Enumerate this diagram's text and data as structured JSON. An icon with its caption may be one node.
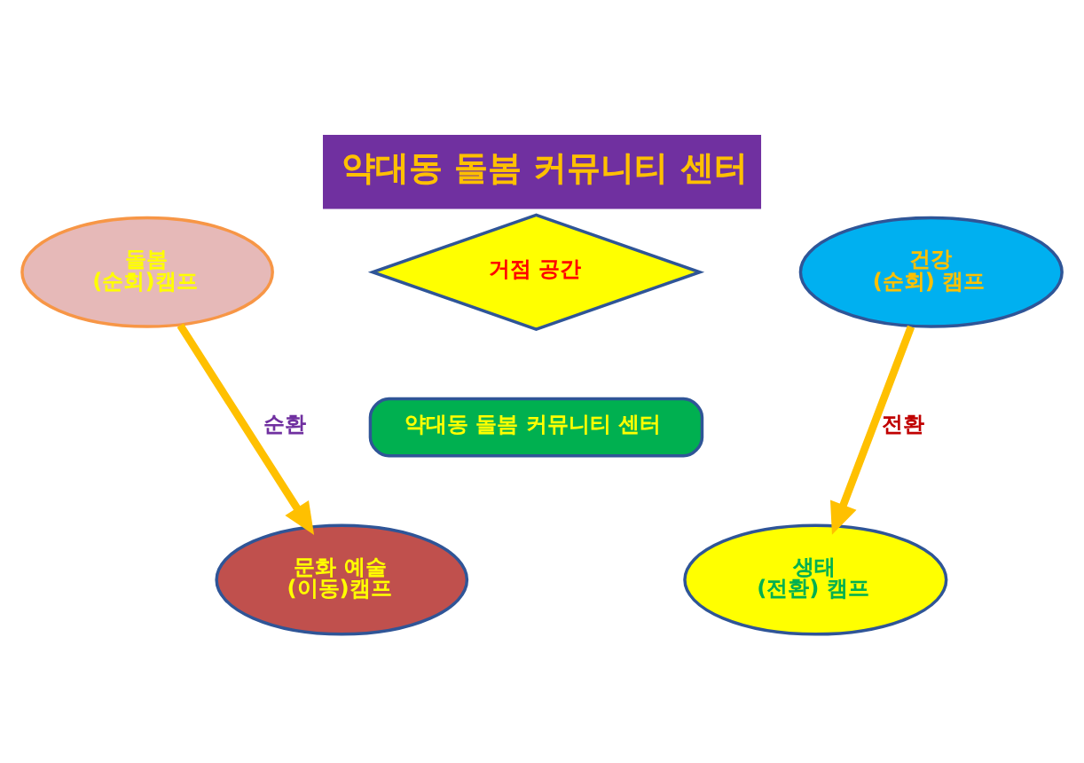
{
  "diagram": {
    "title": "약대동 돌봄 커뮤니티 센터",
    "nodes": [
      {
        "text": [
          "돌봄",
          "(순회)캠프"
        ]
      },
      {
        "text": [
          "거점 공간"
        ]
      },
      {
        "text": [
          "건강",
          "(순회) 캠프"
        ]
      },
      {
        "text": [
          "약대동 돌봄 커뮤니티 센터"
        ]
      },
      {
        "text": [
          "문화 예술",
          "(이동)캠프"
        ]
      },
      {
        "text": [
          "생태",
          "(전환) 캠프"
        ]
      }
    ],
    "edges": [
      {
        "from": 0,
        "to": 4,
        "arrow": "to",
        "label": "순환"
      },
      {
        "from": 2,
        "to": 5,
        "arrow": "to",
        "label": "전환"
      }
    ]
  }
}
